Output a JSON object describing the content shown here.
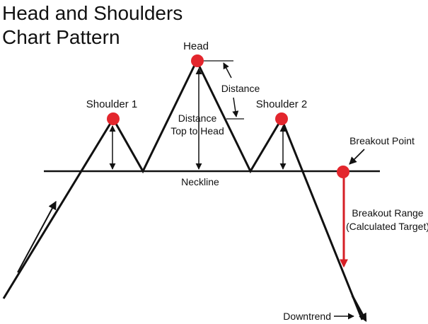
{
  "title": {
    "line1": "Head and Shoulders",
    "line2": "Chart Pattern"
  },
  "labels": {
    "head": "Head",
    "shoulder1": "Shoulder 1",
    "shoulder2": "Shoulder 2",
    "distance": "Distance",
    "distance_top_line1": "Distance",
    "distance_top_line2": "Top to Head",
    "neckline": "Neckline",
    "breakout_point": "Breakout Point",
    "breakout_range_line1": "Breakout Range",
    "breakout_range_line2": "(Calculated Target)",
    "downtrend": "Downtrend"
  },
  "colors": {
    "line": "#111111",
    "marker": "#e3262d",
    "breakout_arrow": "#d61f26"
  }
}
